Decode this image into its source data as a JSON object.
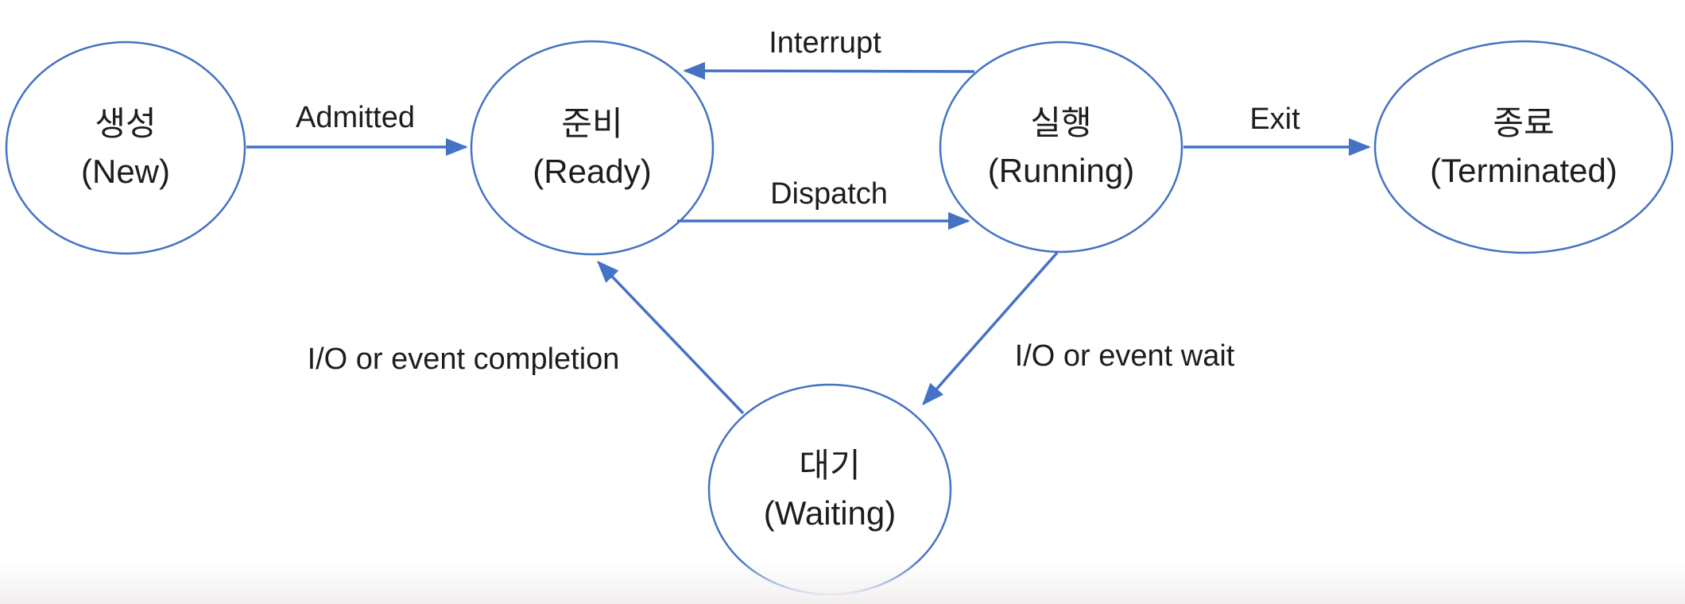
{
  "colors": {
    "stroke": "#4472c4",
    "text": "#1d1d1d",
    "background": "#ffffff"
  },
  "states": {
    "new": {
      "korean": "생성",
      "english": "(New)"
    },
    "ready": {
      "korean": "준비",
      "english": "(Ready)"
    },
    "running": {
      "korean": "실행",
      "english": "(Running)"
    },
    "terminated": {
      "korean": "종료",
      "english": "(Terminated)"
    },
    "waiting": {
      "korean": "대기",
      "english": "(Waiting)"
    }
  },
  "transitions": {
    "admitted": {
      "label": "Admitted",
      "from": "new",
      "to": "ready"
    },
    "interrupt": {
      "label": "Interrupt",
      "from": "running",
      "to": "ready"
    },
    "dispatch": {
      "label": "Dispatch",
      "from": "ready",
      "to": "running"
    },
    "exit": {
      "label": "Exit",
      "from": "running",
      "to": "terminated"
    },
    "io_wait": {
      "label": "I/O or event wait",
      "from": "running",
      "to": "waiting"
    },
    "io_completion": {
      "label": "I/O or event completion",
      "from": "waiting",
      "to": "ready"
    }
  }
}
